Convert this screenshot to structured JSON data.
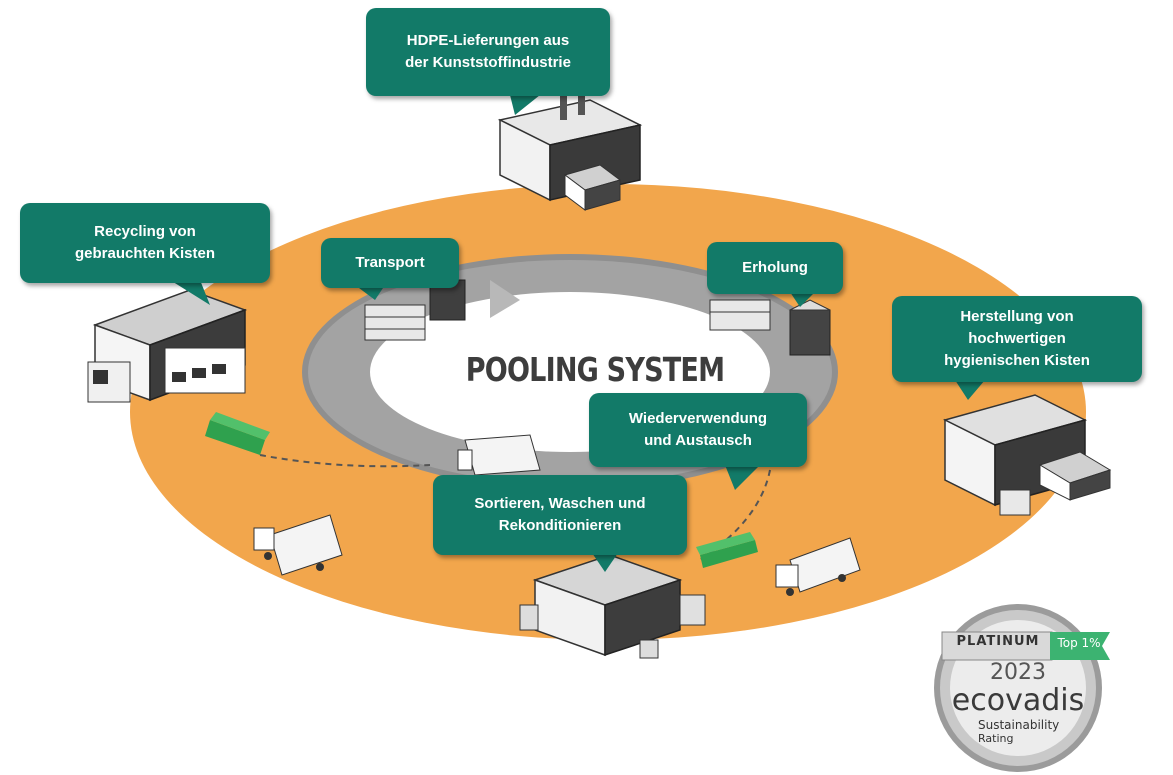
{
  "diagram": {
    "center_label": "POOLING SYSTEM",
    "callouts": {
      "hdpe": "HDPE-Lieferungen aus\nder Kunststoffindustrie",
      "recycling": "Recycling von\ngebrauchten Kisten",
      "transport": "Transport",
      "erholung": "Erholung",
      "herstellung": "Herstellung von\nhochwertigen\nhygienischen Kisten",
      "wiederverwendung": "Wiederverwendung\nund Austausch",
      "sortieren": "Sortieren, Waschen und\nRekonditionieren"
    }
  },
  "badge": {
    "tier": "PLATINUM",
    "top": "Top 1%",
    "year": "2023",
    "brand": "ecovadis",
    "line1": "Sustainability",
    "line2": "Rating"
  },
  "colors": {
    "ring": "#f2a64c",
    "inner_track": "#9a9a9a",
    "callout": "#127a68",
    "badge_green": "#3cb371"
  }
}
